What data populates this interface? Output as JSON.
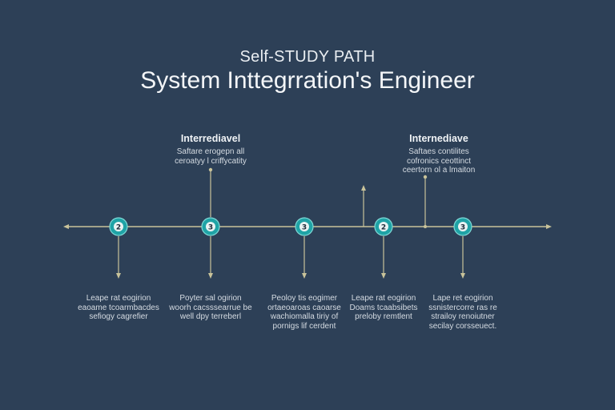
{
  "header": {
    "subtitle": "Self-STUDY PATH",
    "title": "System Inttegrration's Engineer"
  },
  "colors": {
    "background": "#2d4057",
    "axis": "#c9c39a",
    "node_fill": "#1fa3a6",
    "node_ring": "#7fd8d6",
    "text": "#f2f4f6"
  },
  "upper_labels": [
    {
      "heading": "Interrediavel",
      "lines": [
        "Saftare erogepn all",
        "ceroatyy l criffycatity"
      ]
    },
    {
      "heading": "Internediave",
      "lines": [
        "Saftaes contilites",
        "cofronics ceottinct",
        "ceertorn ol a lmaiton"
      ]
    }
  ],
  "nodes": [
    {
      "number": "2",
      "lines": [
        "Leape rat eogirion",
        "eaoame tcoarmbacdes",
        "sefiogy cagrefier"
      ]
    },
    {
      "number": "3",
      "lines": [
        "Poyter sal ogirion",
        "woorh cacsssearrue be",
        "well dpy terreberl"
      ]
    },
    {
      "number": "3",
      "lines": [
        "Peoloy tis eogimer",
        "ortaeoaroas caoarse",
        "wachiomalla tiriy of",
        "pornigs lif cerdent"
      ]
    },
    {
      "number": "2",
      "lines": [
        "Leape rat eogirion",
        "Doams tcaabsibets",
        "preloby remtlent"
      ]
    },
    {
      "number": "3",
      "lines": [
        "Lape ret eogirion",
        "ssnistercorre ras re",
        "strailoy renoiutner",
        "secilay corsseuect."
      ]
    }
  ]
}
